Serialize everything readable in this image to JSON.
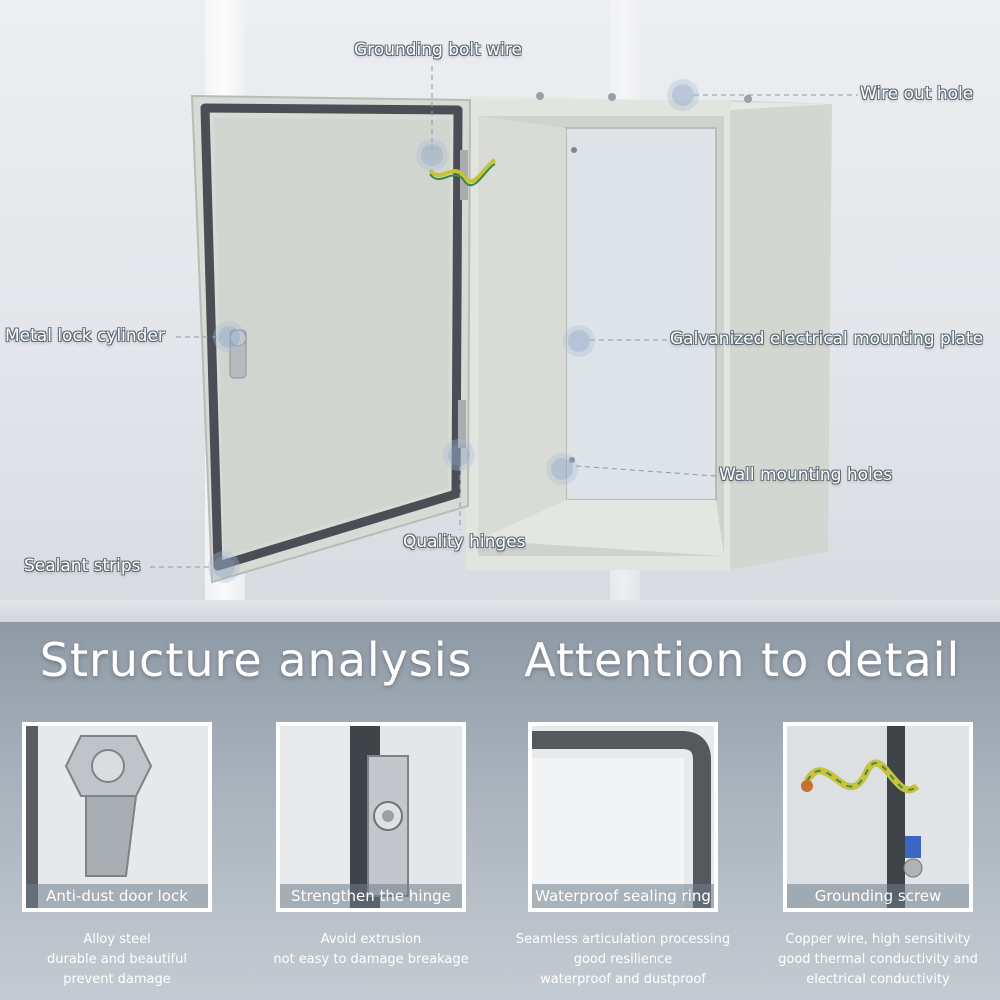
{
  "callouts": {
    "grounding_bolt_wire": "Grounding bolt wire",
    "wire_out_hole": "Wire out hole",
    "metal_lock_cylinder": "Metal lock cylinder",
    "mounting_plate": "Galvanized electrical mounting plate",
    "wall_mounting_holes": "Wall mounting holes",
    "quality_hinges": "Quality hinges",
    "sealant_strips": "Sealant strips"
  },
  "headline": {
    "left": "Structure analysis",
    "right": "Attention to detail"
  },
  "cards": [
    {
      "caption": "Anti-dust door lock",
      "lines": [
        "Alloy steel",
        "durable and beautiful",
        "prevent damage"
      ]
    },
    {
      "caption": "Strengthen the hinge",
      "lines": [
        "Avoid extrusion",
        "not easy to damage breakage"
      ]
    },
    {
      "caption": "Waterproof sealing ring",
      "lines": [
        "Seamless articulation processing",
        "good resilience",
        "waterproof and dustproof"
      ]
    },
    {
      "caption": "Grounding screw",
      "lines": [
        "Copper wire, high sensitivity",
        "good thermal conductivity and",
        "electrical conductivity"
      ]
    }
  ],
  "colors": {
    "panel_bg": "#a7b1bb",
    "enclosure": "#dcdfd9",
    "seal": "#4b4f55",
    "callout_dot": "#96aac8"
  }
}
